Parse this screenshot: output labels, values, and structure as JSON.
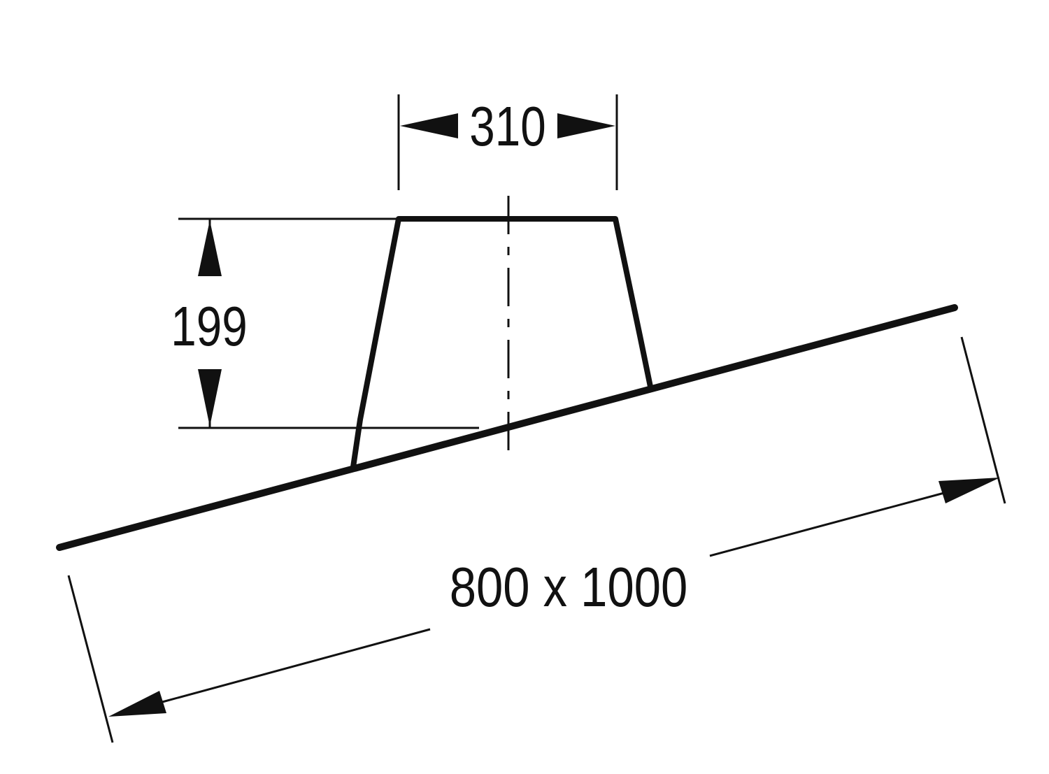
{
  "drawing": {
    "dimensions": {
      "top_width": "310",
      "height": "199",
      "base_size": "800 x 1000"
    },
    "colors": {
      "line": "#111111",
      "background": "#ffffff"
    }
  }
}
